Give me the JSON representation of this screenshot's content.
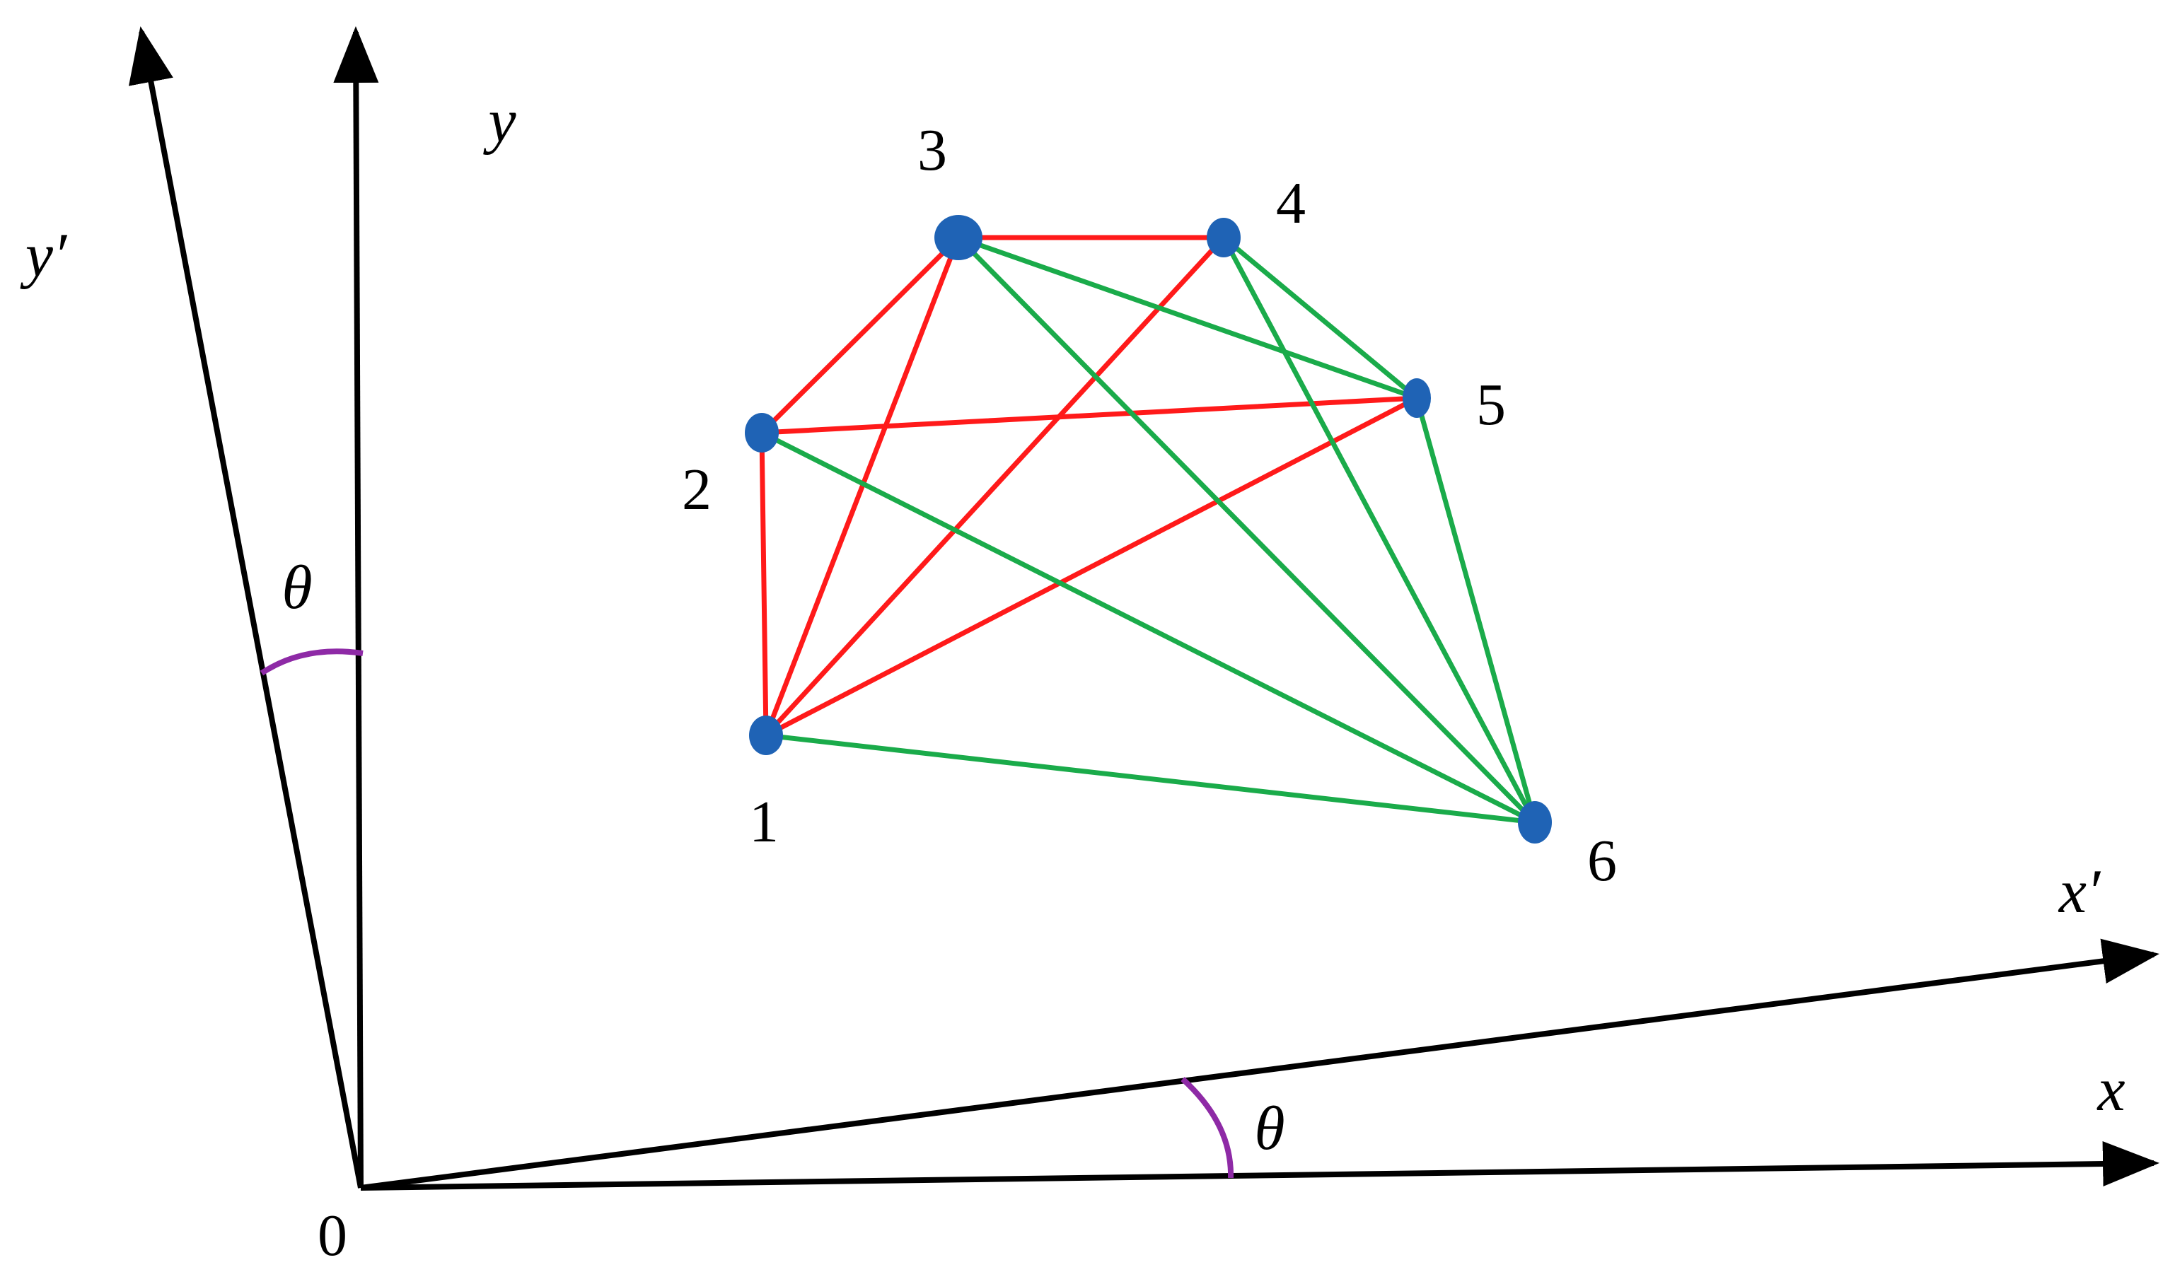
{
  "colors": {
    "axis": "#000000",
    "red_edge": "#ff1a1a",
    "green_edge": "#1aab4a",
    "node_fill": "#1f63b5",
    "angle_arc": "#8e2aa6"
  },
  "axes": {
    "origin_label": "0",
    "x_label": "x",
    "y_label": "y",
    "x_prime_label": "x′",
    "y_prime_label": "y′",
    "angle_label_x": "θ",
    "angle_label_y": "θ"
  },
  "nodes": [
    {
      "id": "1",
      "label": "1"
    },
    {
      "id": "2",
      "label": "2"
    },
    {
      "id": "3",
      "label": "3"
    },
    {
      "id": "4",
      "label": "4"
    },
    {
      "id": "5",
      "label": "5"
    },
    {
      "id": "6",
      "label": "6"
    }
  ],
  "edges": [
    {
      "from": "1",
      "to": "2",
      "color": "red"
    },
    {
      "from": "1",
      "to": "3",
      "color": "red"
    },
    {
      "from": "1",
      "to": "4",
      "color": "red"
    },
    {
      "from": "1",
      "to": "5",
      "color": "red"
    },
    {
      "from": "2",
      "to": "3",
      "color": "red"
    },
    {
      "from": "2",
      "to": "5",
      "color": "red"
    },
    {
      "from": "3",
      "to": "4",
      "color": "red"
    },
    {
      "from": "1",
      "to": "6",
      "color": "green"
    },
    {
      "from": "2",
      "to": "6",
      "color": "green"
    },
    {
      "from": "3",
      "to": "5",
      "color": "green"
    },
    {
      "from": "3",
      "to": "6",
      "color": "green"
    },
    {
      "from": "4",
      "to": "5",
      "color": "green"
    },
    {
      "from": "4",
      "to": "6",
      "color": "green"
    },
    {
      "from": "5",
      "to": "6",
      "color": "green"
    }
  ]
}
